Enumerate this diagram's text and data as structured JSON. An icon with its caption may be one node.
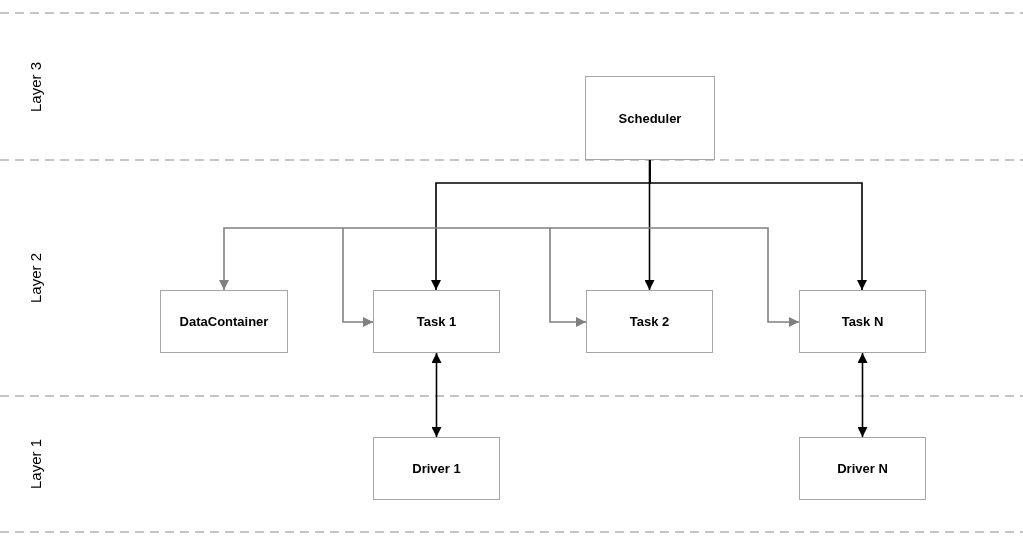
{
  "diagram": {
    "nodes": [
      {
        "text": [
          "Scheduler"
        ]
      },
      {
        "text": [
          "DataContainer"
        ]
      },
      {
        "text": [
          "Task 1"
        ]
      },
      {
        "text": [
          "Task 2"
        ]
      },
      {
        "text": [
          "Task N"
        ]
      },
      {
        "text": [
          "Driver 1"
        ]
      },
      {
        "text": [
          "Driver N"
        ]
      }
    ],
    "edges": [
      {
        "from": 0,
        "to": 2,
        "arrow": "to"
      },
      {
        "from": 0,
        "to": 3,
        "arrow": "to"
      },
      {
        "from": 0,
        "to": 4,
        "arrow": "to"
      },
      {
        "from": null,
        "to": 1,
        "arrow": "to",
        "color": "#808080"
      },
      {
        "from": null,
        "to": 2,
        "arrow": "to",
        "color": "#808080"
      },
      {
        "from": null,
        "to": 3,
        "arrow": "to",
        "color": "#808080"
      },
      {
        "from": null,
        "to": 4,
        "arrow": "to",
        "color": "#808080"
      },
      {
        "from": 2,
        "to": 5,
        "arrow": "both"
      },
      {
        "from": 4,
        "to": 6,
        "arrow": "both"
      }
    ],
    "labels": [
      "Layer 3",
      "Layer 2",
      "Layer 1"
    ]
  }
}
